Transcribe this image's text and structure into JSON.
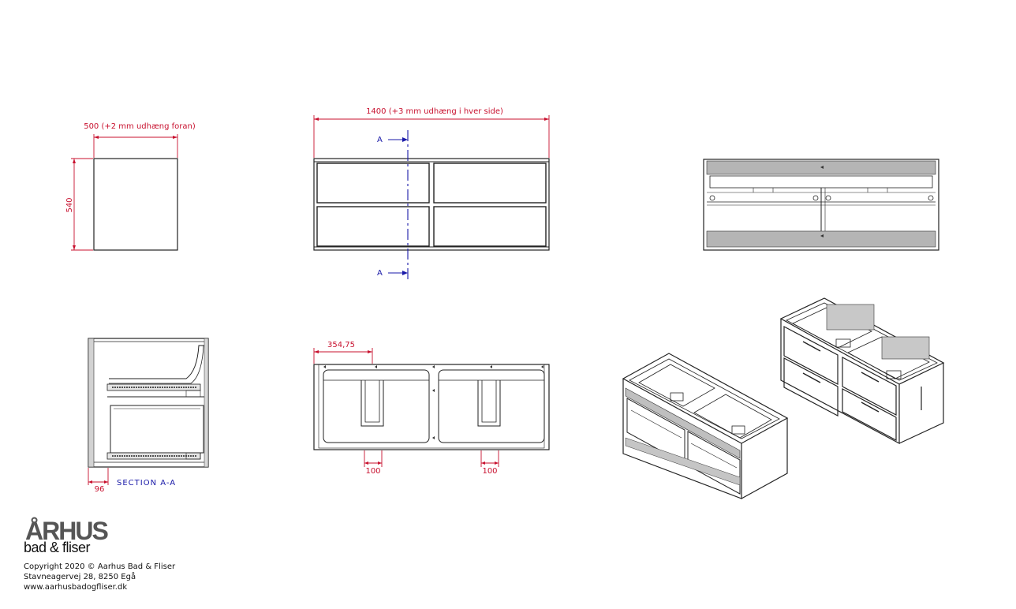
{
  "dimensions": {
    "side_width": "500 (+2 mm udhæng foran)",
    "side_height": "540",
    "front_width": "1400 (+3 mm udhæng i hver side)",
    "basin_offset": "354,75",
    "drain_left": "100",
    "drain_right": "100",
    "section_depth": "96"
  },
  "labels": {
    "section_mark_top": "A",
    "section_mark_bottom": "A",
    "section_title": "SECTION A-A"
  },
  "logo": {
    "brand": "ÅRHUS",
    "tagline": "bad & fliser"
  },
  "footer": {
    "copyright": "Copyright 2020 © Aarhus Bad & Fliser",
    "address": "Stavneagervej 28, 8250 Egå",
    "website": "www.aarhusbadogfliser.dk"
  },
  "colors": {
    "dimension": "#c8102e",
    "section": "#1a1aa8",
    "line": "#222222"
  }
}
